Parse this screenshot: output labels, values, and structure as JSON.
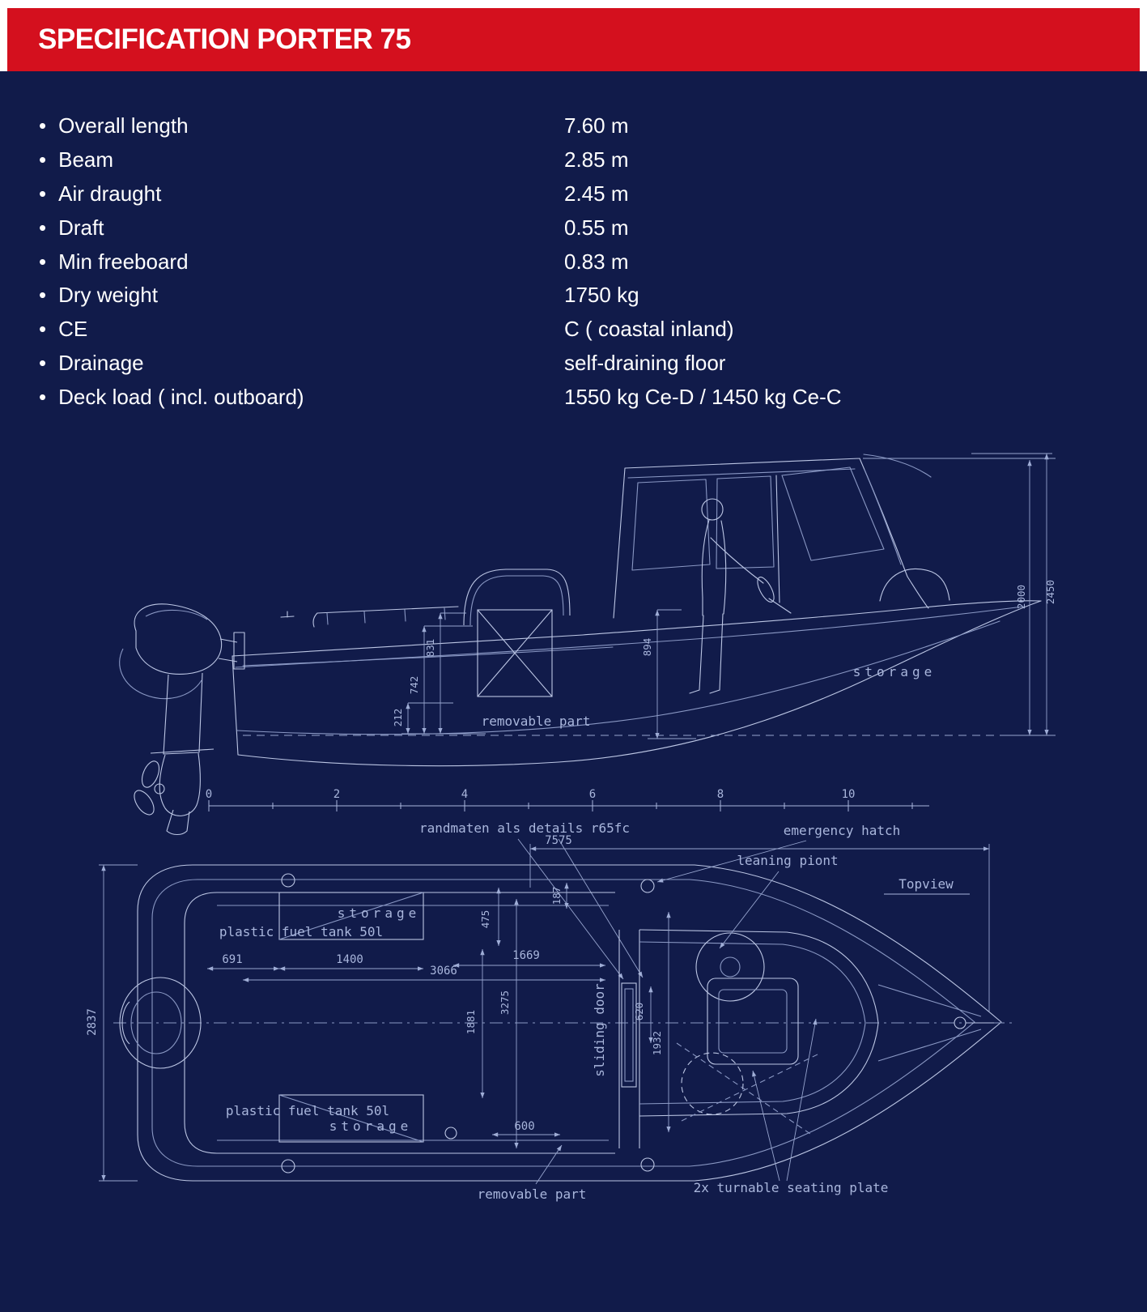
{
  "header": {
    "title": "SPECIFICATION PORTER 75"
  },
  "colors": {
    "banner_red": "#d4101e",
    "panel_navy": "#111b4a",
    "blueprint_line": "#bcc6e4",
    "spec_text": "#ffffff"
  },
  "specs": [
    {
      "label": "Overall length",
      "value": "7.60 m"
    },
    {
      "label": "Beam",
      "value": "2.85 m"
    },
    {
      "label": "Air draught",
      "value": "2.45 m"
    },
    {
      "label": "Draft",
      "value": "0.55 m"
    },
    {
      "label": "Min freeboard",
      "value": "0.83 m"
    },
    {
      "label": "Dry weight",
      "value": "1750 kg"
    },
    {
      "label": "CE",
      "value": "C ( coastal inland)"
    },
    {
      "label": "Drainage",
      "value": "self-draining floor"
    },
    {
      "label": "Deck load ( incl. outboard)",
      "value": "1550 kg Ce-D / 1450 kg Ce-C"
    }
  ],
  "blueprint": {
    "labels": {
      "storage": "storage",
      "removable_part": "removable part",
      "caption": "randmaten als details r65fc",
      "emergency_hatch": "emergency hatch",
      "leaning_point": "leaning piont",
      "topview": "Topview",
      "sliding_door": "sliding door",
      "fuel_tank": "plastic fuel tank 50l",
      "seating_plate": "2x turnable seating plate"
    },
    "scale_ticks": [
      "0",
      "2",
      "4",
      "6",
      "8",
      "10"
    ],
    "side_dims": {
      "d831": "831",
      "d742": "742",
      "d212": "212",
      "d894": "894",
      "d2000": "2000",
      "d2450": "2450"
    },
    "top_dims": {
      "d7575": "7575",
      "d2837": "2837",
      "d691": "691",
      "d1400": "1400",
      "d1669": "1669",
      "d3066": "3066",
      "d187": "187",
      "d475": "475",
      "d3275": "3275",
      "d1881": "1881",
      "d620": "620",
      "d1932": "1932",
      "d600": "600"
    }
  }
}
